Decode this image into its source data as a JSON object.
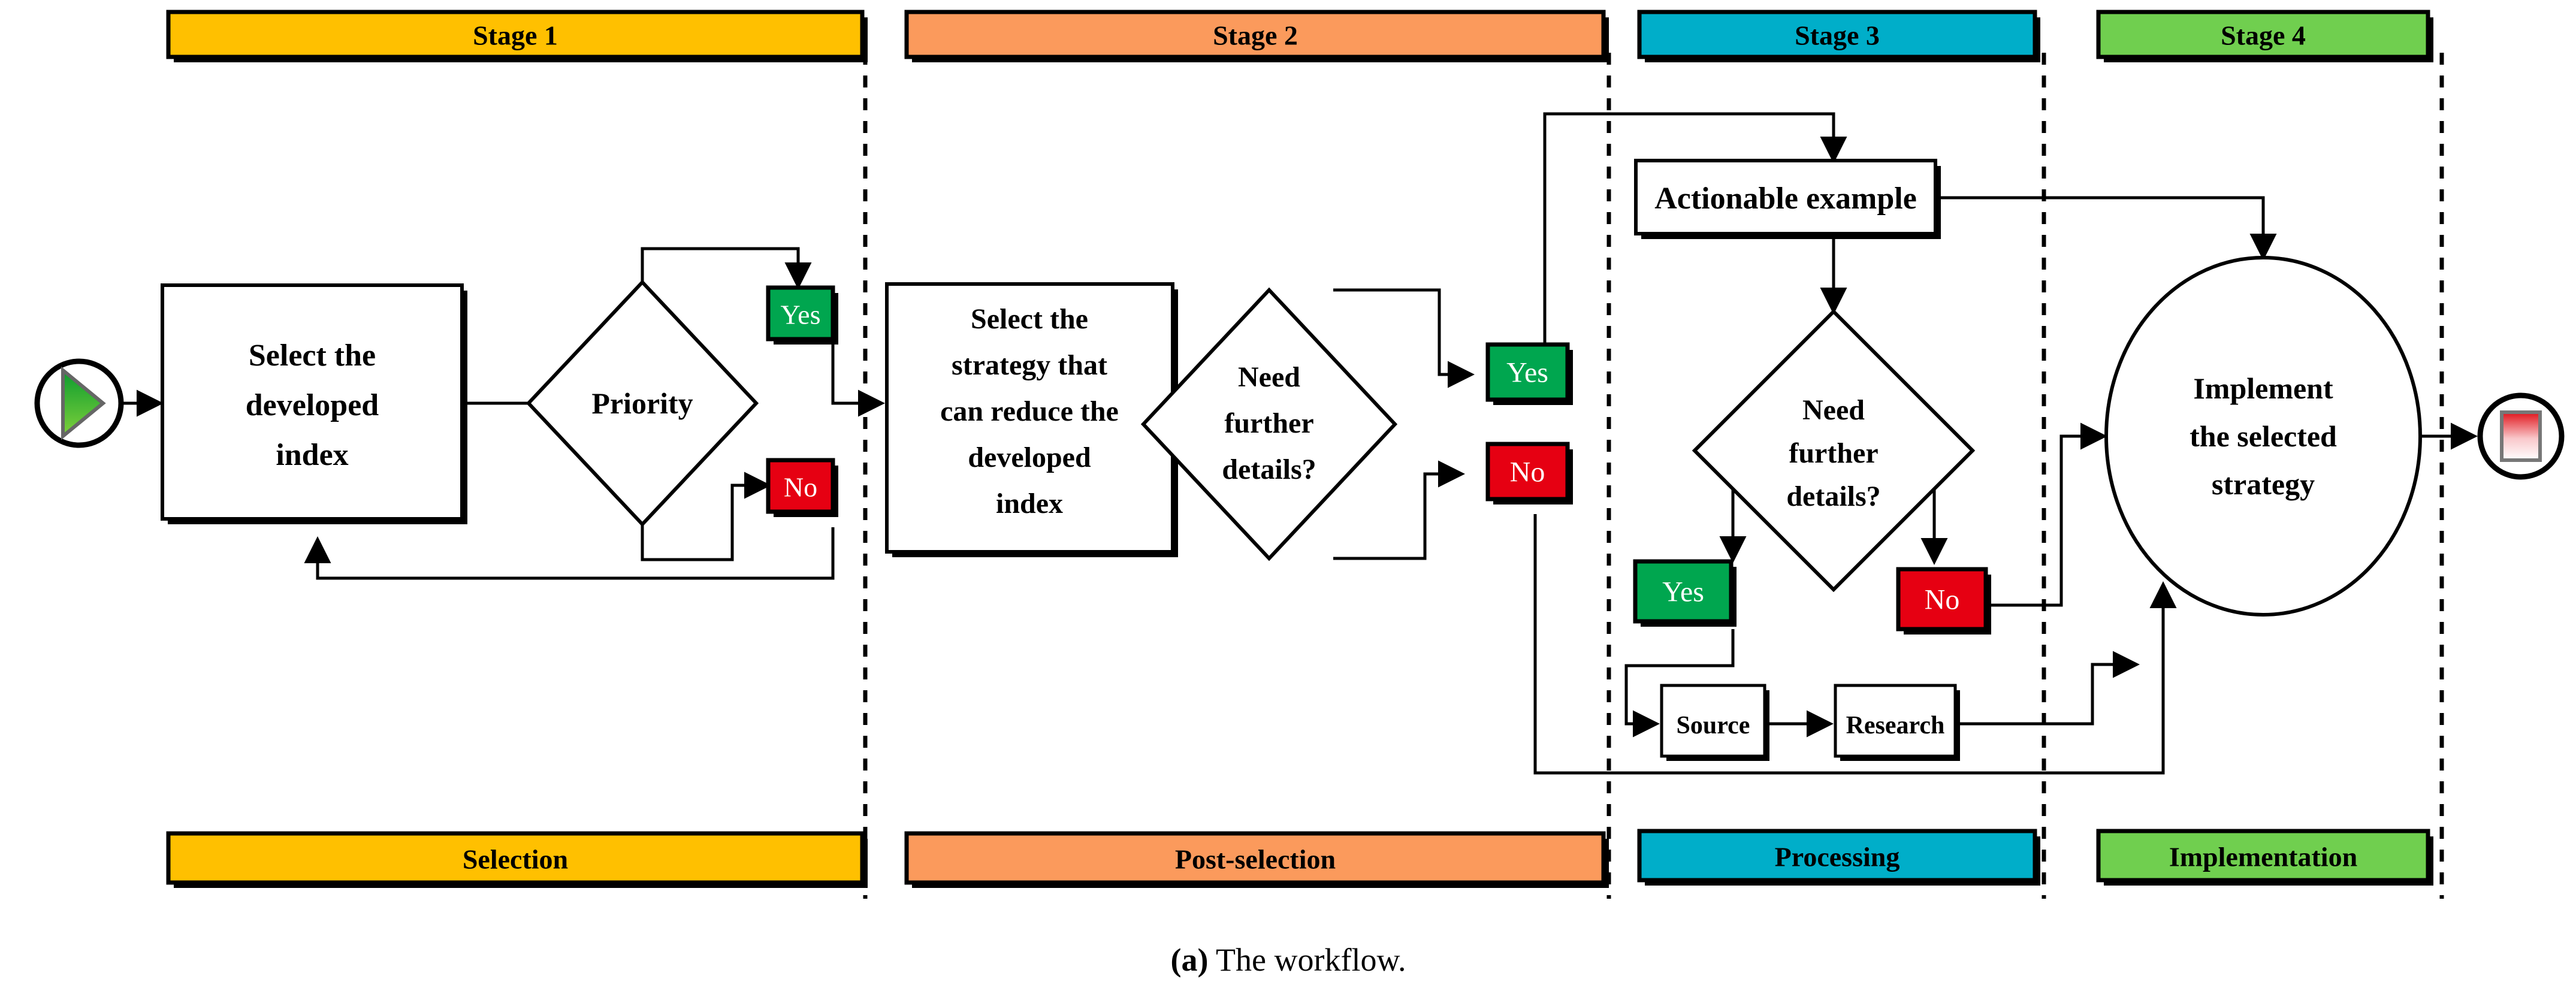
{
  "caption": {
    "prefix": "(a)",
    "text": " The workflow."
  },
  "colors": {
    "stage1": "#FFC000",
    "stage2": "#FB9A5C",
    "stage3": "#00AEC9",
    "stage4": "#70CF4F",
    "yes": "#00A64F",
    "no": "#E60012",
    "line": "#000000",
    "shape_fill": "#FFFFFF"
  },
  "stages": [
    {
      "id": "stage1",
      "header": "Stage 1",
      "footer": "Selection",
      "color": "#FFC000"
    },
    {
      "id": "stage2",
      "header": "Stage 2",
      "footer": "Post-selection",
      "color": "#FB9A5C"
    },
    {
      "id": "stage3",
      "header": "Stage 3",
      "footer": "Processing",
      "color": "#00AEC9"
    },
    {
      "id": "stage4",
      "header": "Stage 4",
      "footer": "Implementation",
      "color": "#70CF4F"
    }
  ],
  "nodes": {
    "start": {
      "name": "start-terminator",
      "label": ""
    },
    "end": {
      "name": "end-terminator",
      "label": ""
    },
    "select_index": {
      "lines": [
        "Select the",
        "developed",
        "index"
      ]
    },
    "priority": {
      "lines": [
        "Priority"
      ]
    },
    "s1_yes": {
      "label": "Yes"
    },
    "s1_no": {
      "label": "No"
    },
    "select_strategy": {
      "lines": [
        "Select the",
        "strategy that",
        "can reduce the",
        "developed",
        "index"
      ]
    },
    "s2_decision": {
      "lines": [
        "Need",
        "further",
        "details?"
      ]
    },
    "s2_yes": {
      "label": "Yes"
    },
    "s2_no": {
      "label": "No"
    },
    "actionable": {
      "lines": [
        "Actionable example"
      ]
    },
    "s3_decision": {
      "lines": [
        "Need",
        "further",
        "details?"
      ]
    },
    "s3_yes": {
      "label": "Yes"
    },
    "s3_no": {
      "label": "No"
    },
    "source": {
      "label": "Source"
    },
    "research": {
      "label": "Research"
    },
    "implement": {
      "lines": [
        "Implement",
        "the selected",
        "strategy"
      ]
    }
  }
}
